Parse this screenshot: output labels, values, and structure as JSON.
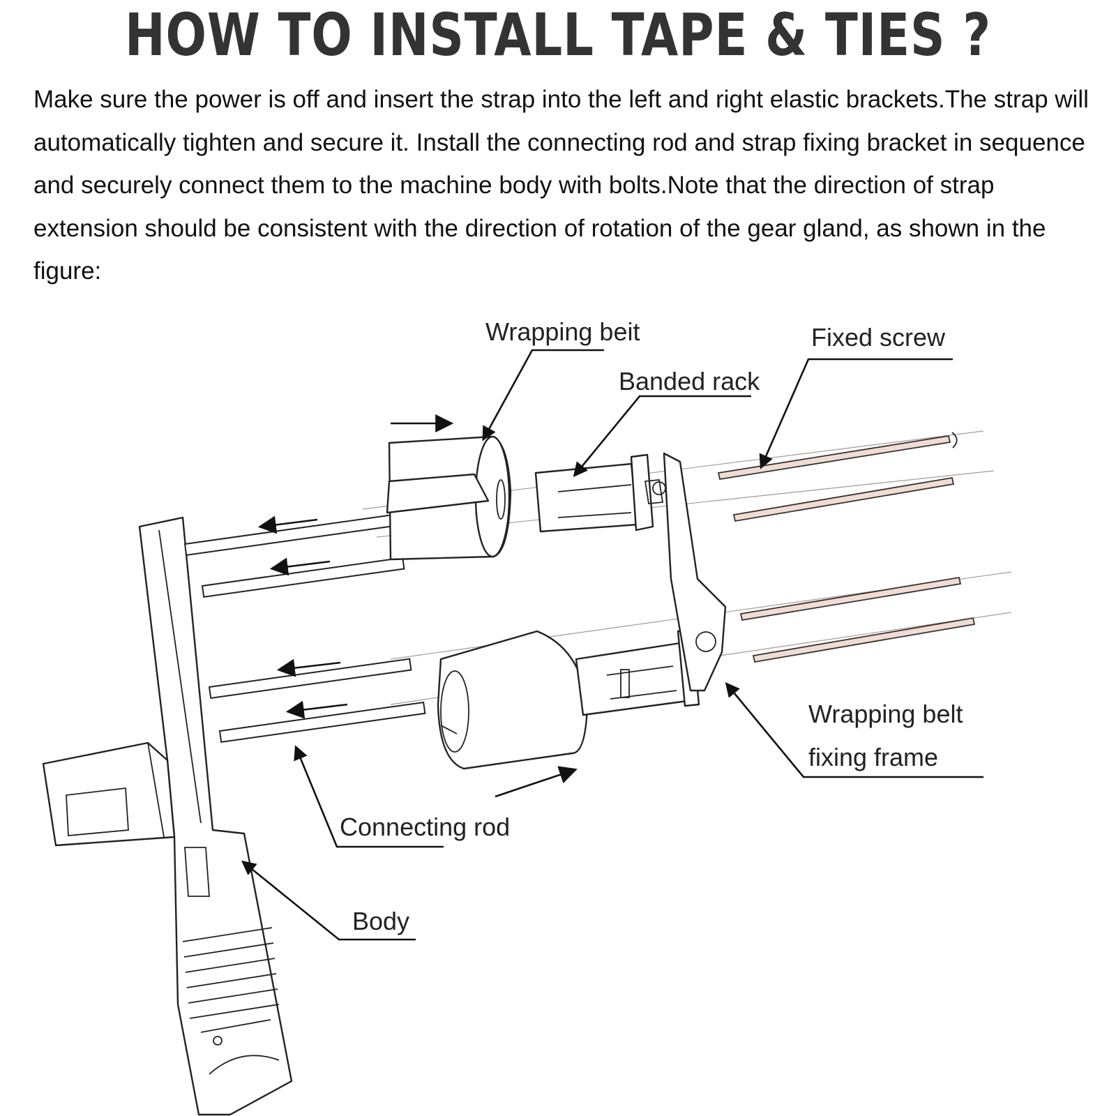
{
  "title": "HOW TO INSTALL TAPE & TIES ?",
  "intro": "Make sure the power is off and insert the strap into the left and right elastic brackets.The strap will automatically tighten and secure it. Install the connecting rod and strap fixing bracket in sequence and securely connect them to the machine body with bolts.Note that the direction of strap extension should be consistent with the direction of rotation of the gear gland, as shown in the figure:",
  "labels": {
    "wrapping_beit": "Wrapping beit",
    "fixed_screw": "Fixed screw",
    "banded_rack": "Banded rack",
    "wrapping_belt_line1": "Wrapping belt",
    "wrapping_belt_line2": "fixing frame",
    "connecting_rod": "Connecting rod",
    "body": "Body"
  },
  "icons": [
    "arrow-right-icon",
    "arrow-left-icon"
  ]
}
